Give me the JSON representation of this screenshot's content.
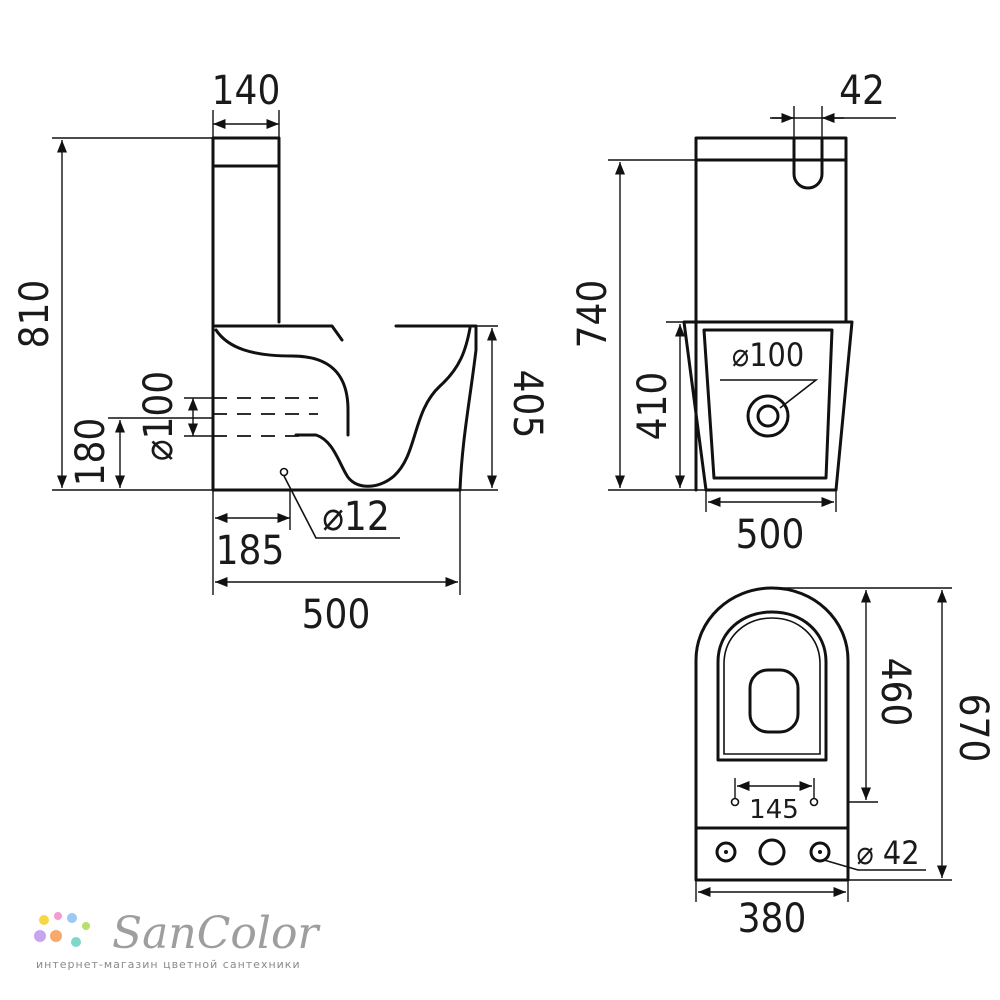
{
  "side_view": {
    "tank_width": "140",
    "total_height": "810",
    "outlet_height": "180",
    "outlet_diameter": "⌀100",
    "seat_height": "405",
    "pin_diameter": "⌀12",
    "floor_offset": "185",
    "depth": "500"
  },
  "front_view": {
    "button_width": "42",
    "total_height": "740",
    "bowl_height": "410",
    "outlet_diameter": "⌀100",
    "base_width": "500"
  },
  "top_view": {
    "seat_length": "460",
    "total_length": "670",
    "hole_spacing": "145",
    "hole_diameter": "⌀ 42",
    "width": "380"
  },
  "logo": {
    "name": "SanColor",
    "tagline": "интернет-магазин цветной сантехники",
    "dot_colors": [
      "#f6d743",
      "#f39bd0",
      "#9bc8f5",
      "#b6e06a",
      "#c9a5ef",
      "#f6a96b",
      "#7fd6c9"
    ]
  }
}
